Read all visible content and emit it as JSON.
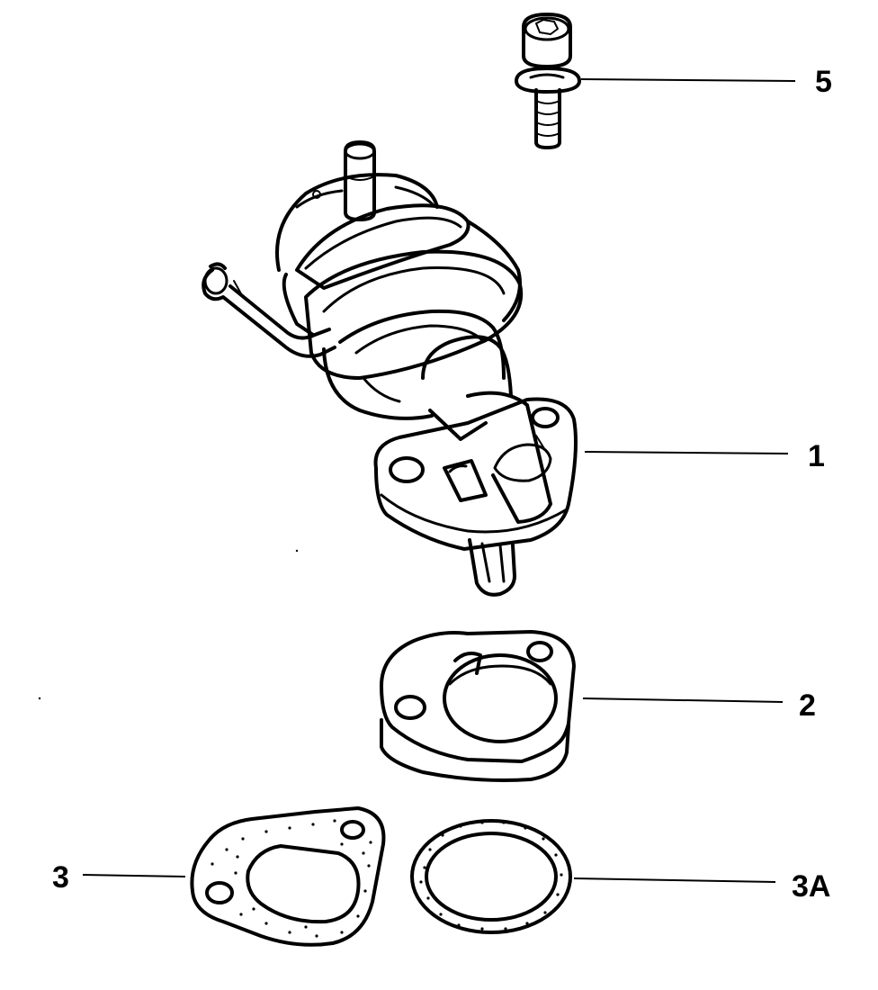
{
  "callouts": {
    "bolt": "5",
    "pump": "1",
    "flange": "2",
    "gasket": "3",
    "ring": "3A"
  }
}
